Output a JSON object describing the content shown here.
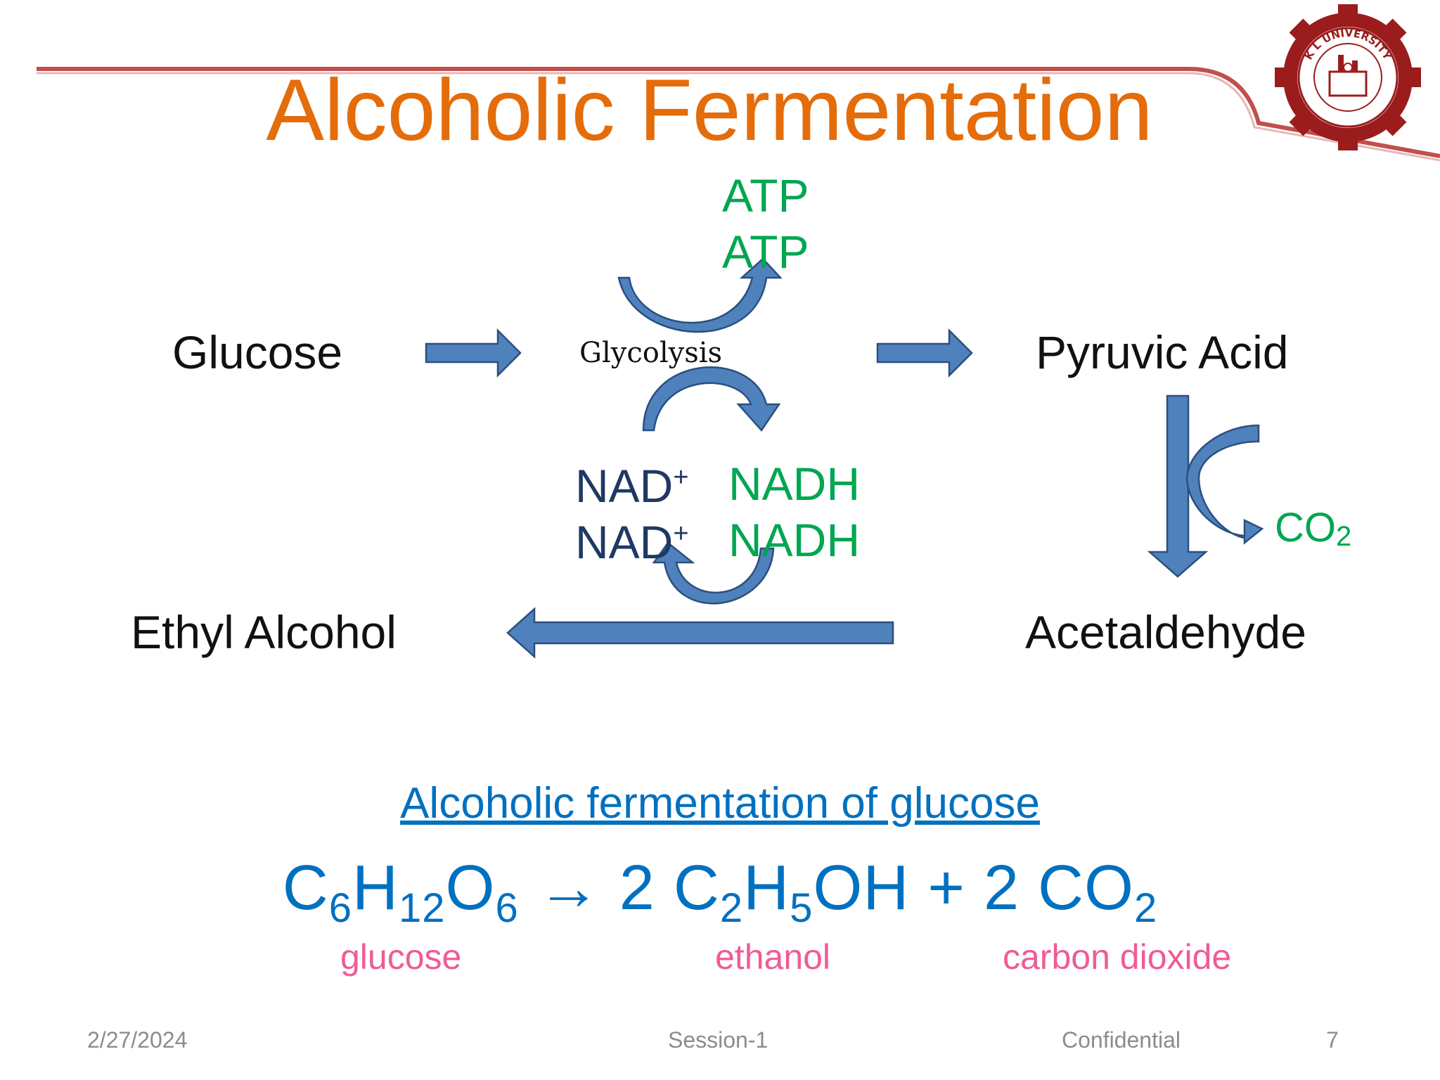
{
  "slide": {
    "title": "Alcoholic Fermentation",
    "logo_text": "K L UNIVERSITY"
  },
  "diagram": {
    "glucose": "Glucose",
    "glycolysis": "Glycolysis",
    "pyruvic_acid": "Pyruvic Acid",
    "acetaldehyde": "Acetaldehyde",
    "ethyl_alcohol": "Ethyl Alcohol",
    "atp_1": "ATP",
    "atp_2": "ATP",
    "nad_1": "NAD",
    "nad_2": "NAD",
    "nad_charge": "+",
    "nadh_1": "NADH",
    "nadh_2": "NADH",
    "co2_base": "CO",
    "co2_sub": "2",
    "colors": {
      "arrow_fill": "#4f81bd",
      "arrow_stroke": "#2b4f7e",
      "atp": "#00a651",
      "nad": "#1f3864",
      "title": "#e46c0a"
    }
  },
  "equation": {
    "caption": "Alcoholic fermentation of glucose",
    "c1": "C",
    "s1": "6",
    "h1": "H",
    "s2": "12",
    "o1": "O",
    "s3": "6",
    "arrow": " → 2 ",
    "c2": "C",
    "s4": "2",
    "h2": "H",
    "s5": "5",
    "oh": "OH",
    "plus": " + 2 ",
    "co": "CO",
    "s6": "2",
    "labels": {
      "glucose": "glucose",
      "ethanol": "ethanol",
      "carbon_dioxide": "carbon dioxide"
    }
  },
  "footer": {
    "date": "2/27/2024",
    "session": "Session-1",
    "confidential": "Confidential",
    "page": "7"
  }
}
